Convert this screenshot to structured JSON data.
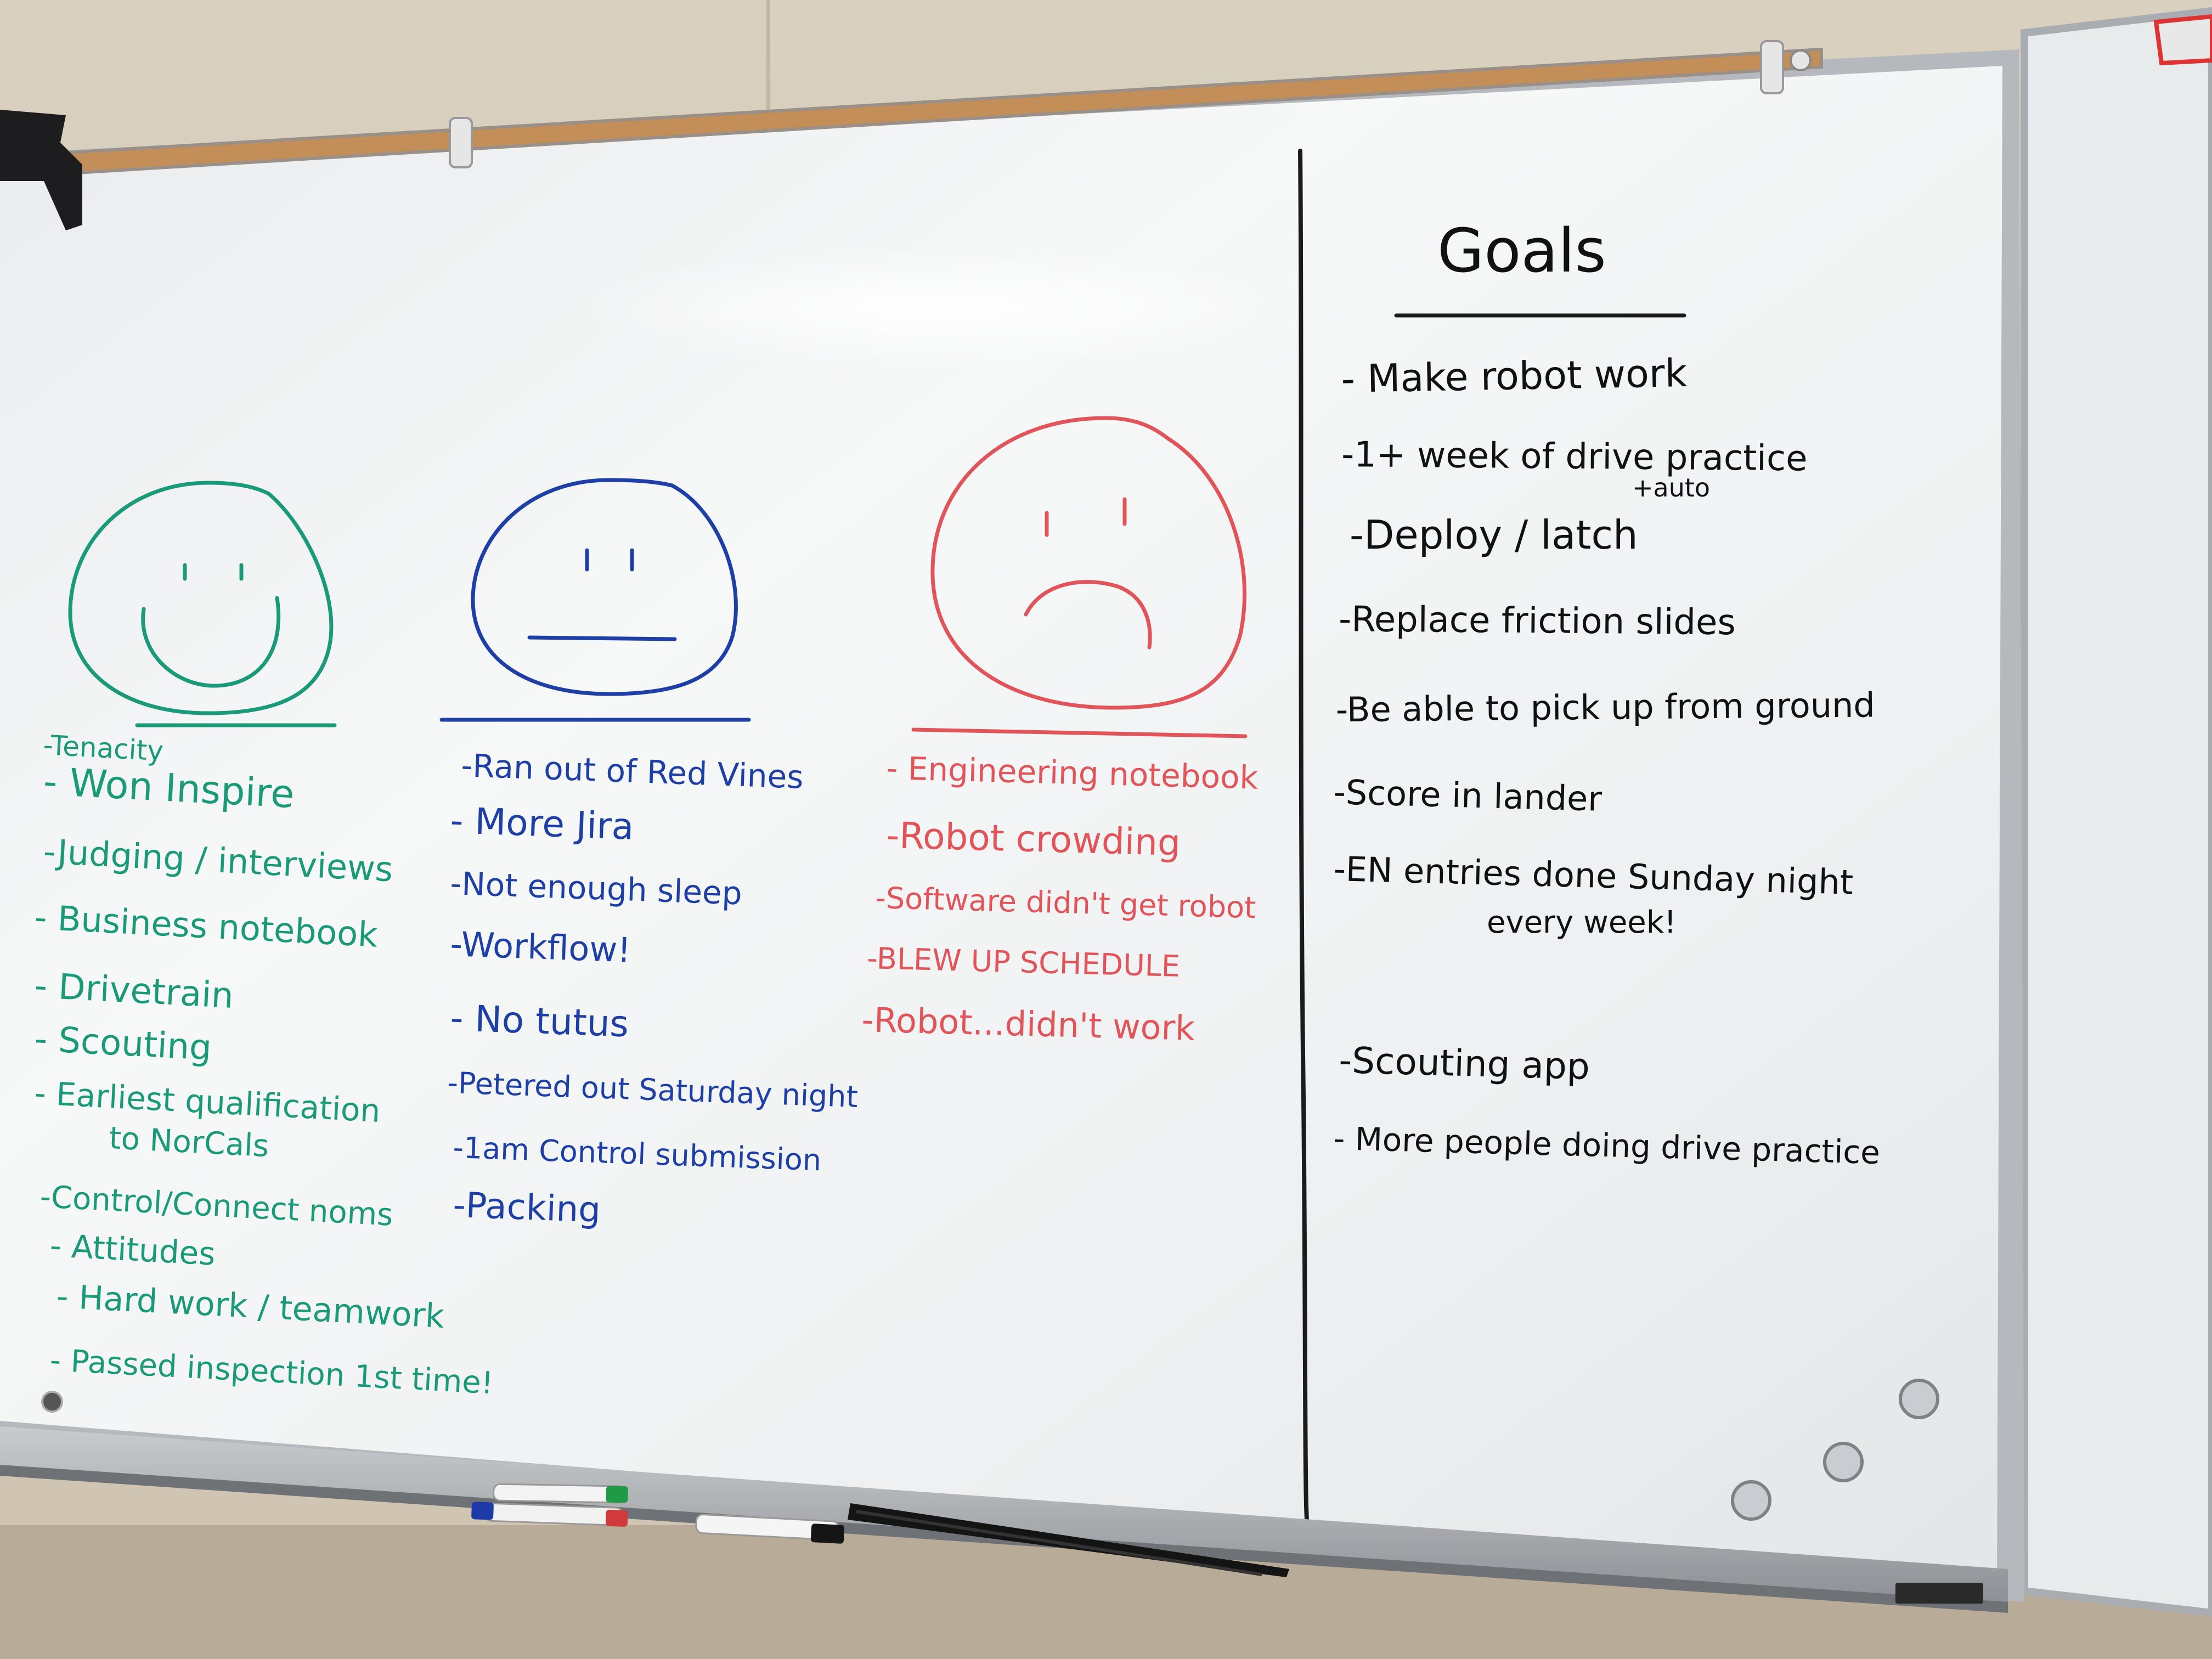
{
  "colors": {
    "wall": "#d8cfbf",
    "board": "#f1f2f2",
    "frame": "#b9bcbf",
    "cork": "#c58f5b",
    "happy": "#1a9a78",
    "neutral": "#1d3fa6",
    "sad": "#e0545a",
    "goals": "#111111"
  },
  "happy_column": {
    "face_icon": "smiley-face-icon",
    "items": [
      "-Tenacity",
      "- Won Inspire",
      "-Judging / interviews",
      "- Business notebook",
      "- Drivetrain",
      "- Scouting",
      "- Earliest qualification",
      "to NorCals",
      "-Control/Connect noms",
      "- Attitudes",
      "- Hard work / teamwork",
      "- Passed inspection 1st time!"
    ]
  },
  "neutral_column": {
    "face_icon": "neutral-face-icon",
    "items": [
      "-Ran out of Red Vines",
      "- More Jira",
      "-Not enough sleep",
      "-Workflow!",
      "- No tutus",
      "-Petered out Saturday night",
      "-1am Control submission",
      "-Packing"
    ]
  },
  "sad_column": {
    "face_icon": "sad-face-icon",
    "items": [
      "- Engineering notebook",
      "-Robot crowding",
      "-Software didn't get robot",
      "-BLEW UP SCHEDULE",
      "-Robot...didn't work"
    ]
  },
  "goals_column": {
    "title": "Goals",
    "items": [
      "- Make robot work",
      "-1+ week of drive practice",
      "+auto",
      "-Deploy / latch",
      "-Replace friction slides",
      "-Be able to pick up from ground",
      "-Score in lander",
      "-EN entries done Sunday night",
      "every week!",
      "-Scouting app",
      "- More people doing drive practice"
    ]
  }
}
